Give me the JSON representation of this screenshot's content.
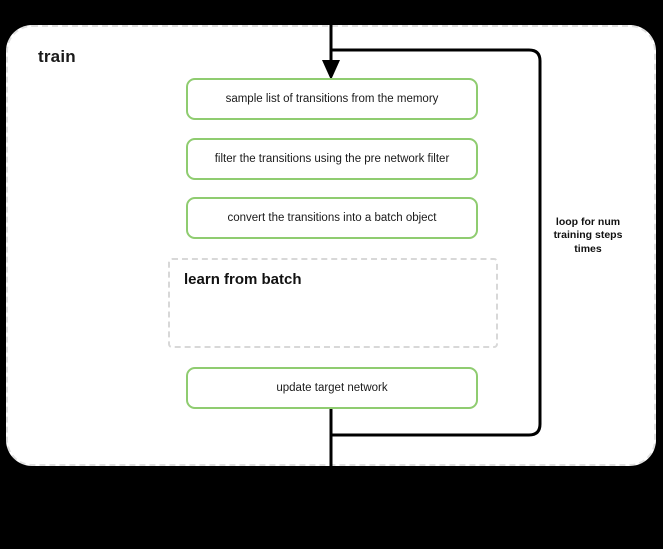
{
  "diagram": {
    "title": "train",
    "background_color": "#000000",
    "container_color": "#ffffff",
    "container_border_color": "#e0e0e0",
    "accent_color": "#8fcc70",
    "connector_color": "#000000",
    "steps": [
      {
        "label": "sample list of transitions from the memory"
      },
      {
        "label": "filter the transitions using the pre network filter"
      },
      {
        "label": "convert the transitions into a batch object"
      },
      {
        "label": "update target network"
      }
    ],
    "subblock": {
      "title": "learn from batch",
      "border_color": "#d8d8d8"
    },
    "loop": {
      "label": "loop for num training steps times"
    }
  }
}
